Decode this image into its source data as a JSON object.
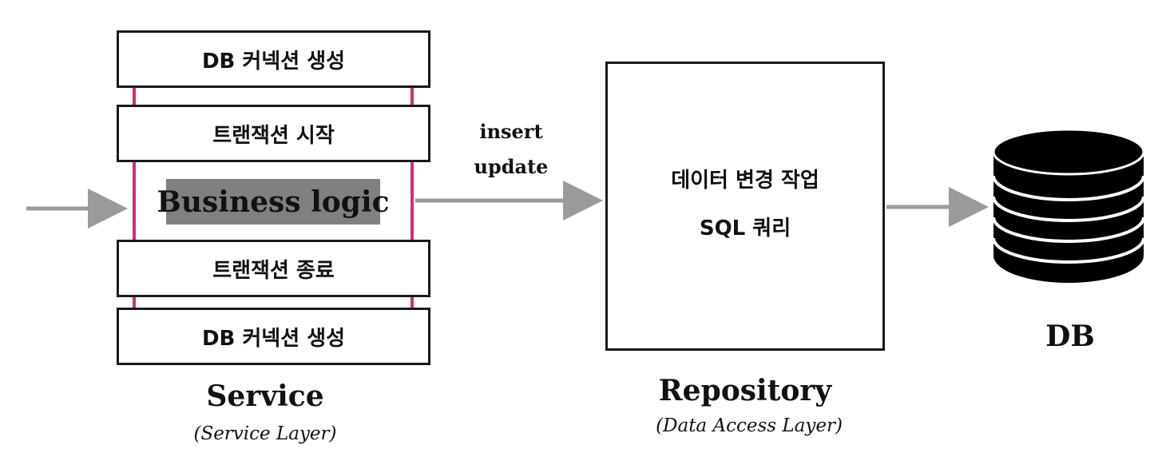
{
  "service": {
    "steps": [
      "DB 커넥션 생성",
      "트랜잭션 시작",
      "트랜잭션 종료",
      "DB 커넥션 생성"
    ],
    "business_logic": "Business logic",
    "title": "Service",
    "subtitle": "(Service Layer)"
  },
  "arrow_labels": [
    "insert",
    "update"
  ],
  "repository": {
    "lines": [
      "데이터 변경 작업",
      "SQL 쿼리"
    ],
    "title": "Repository",
    "subtitle": "(Data Access Layer)"
  },
  "database": {
    "label": "DB"
  },
  "colors": {
    "transaction_line": "#d42a7a",
    "arrow": "#9a9a9a",
    "highlight": "#808080"
  }
}
